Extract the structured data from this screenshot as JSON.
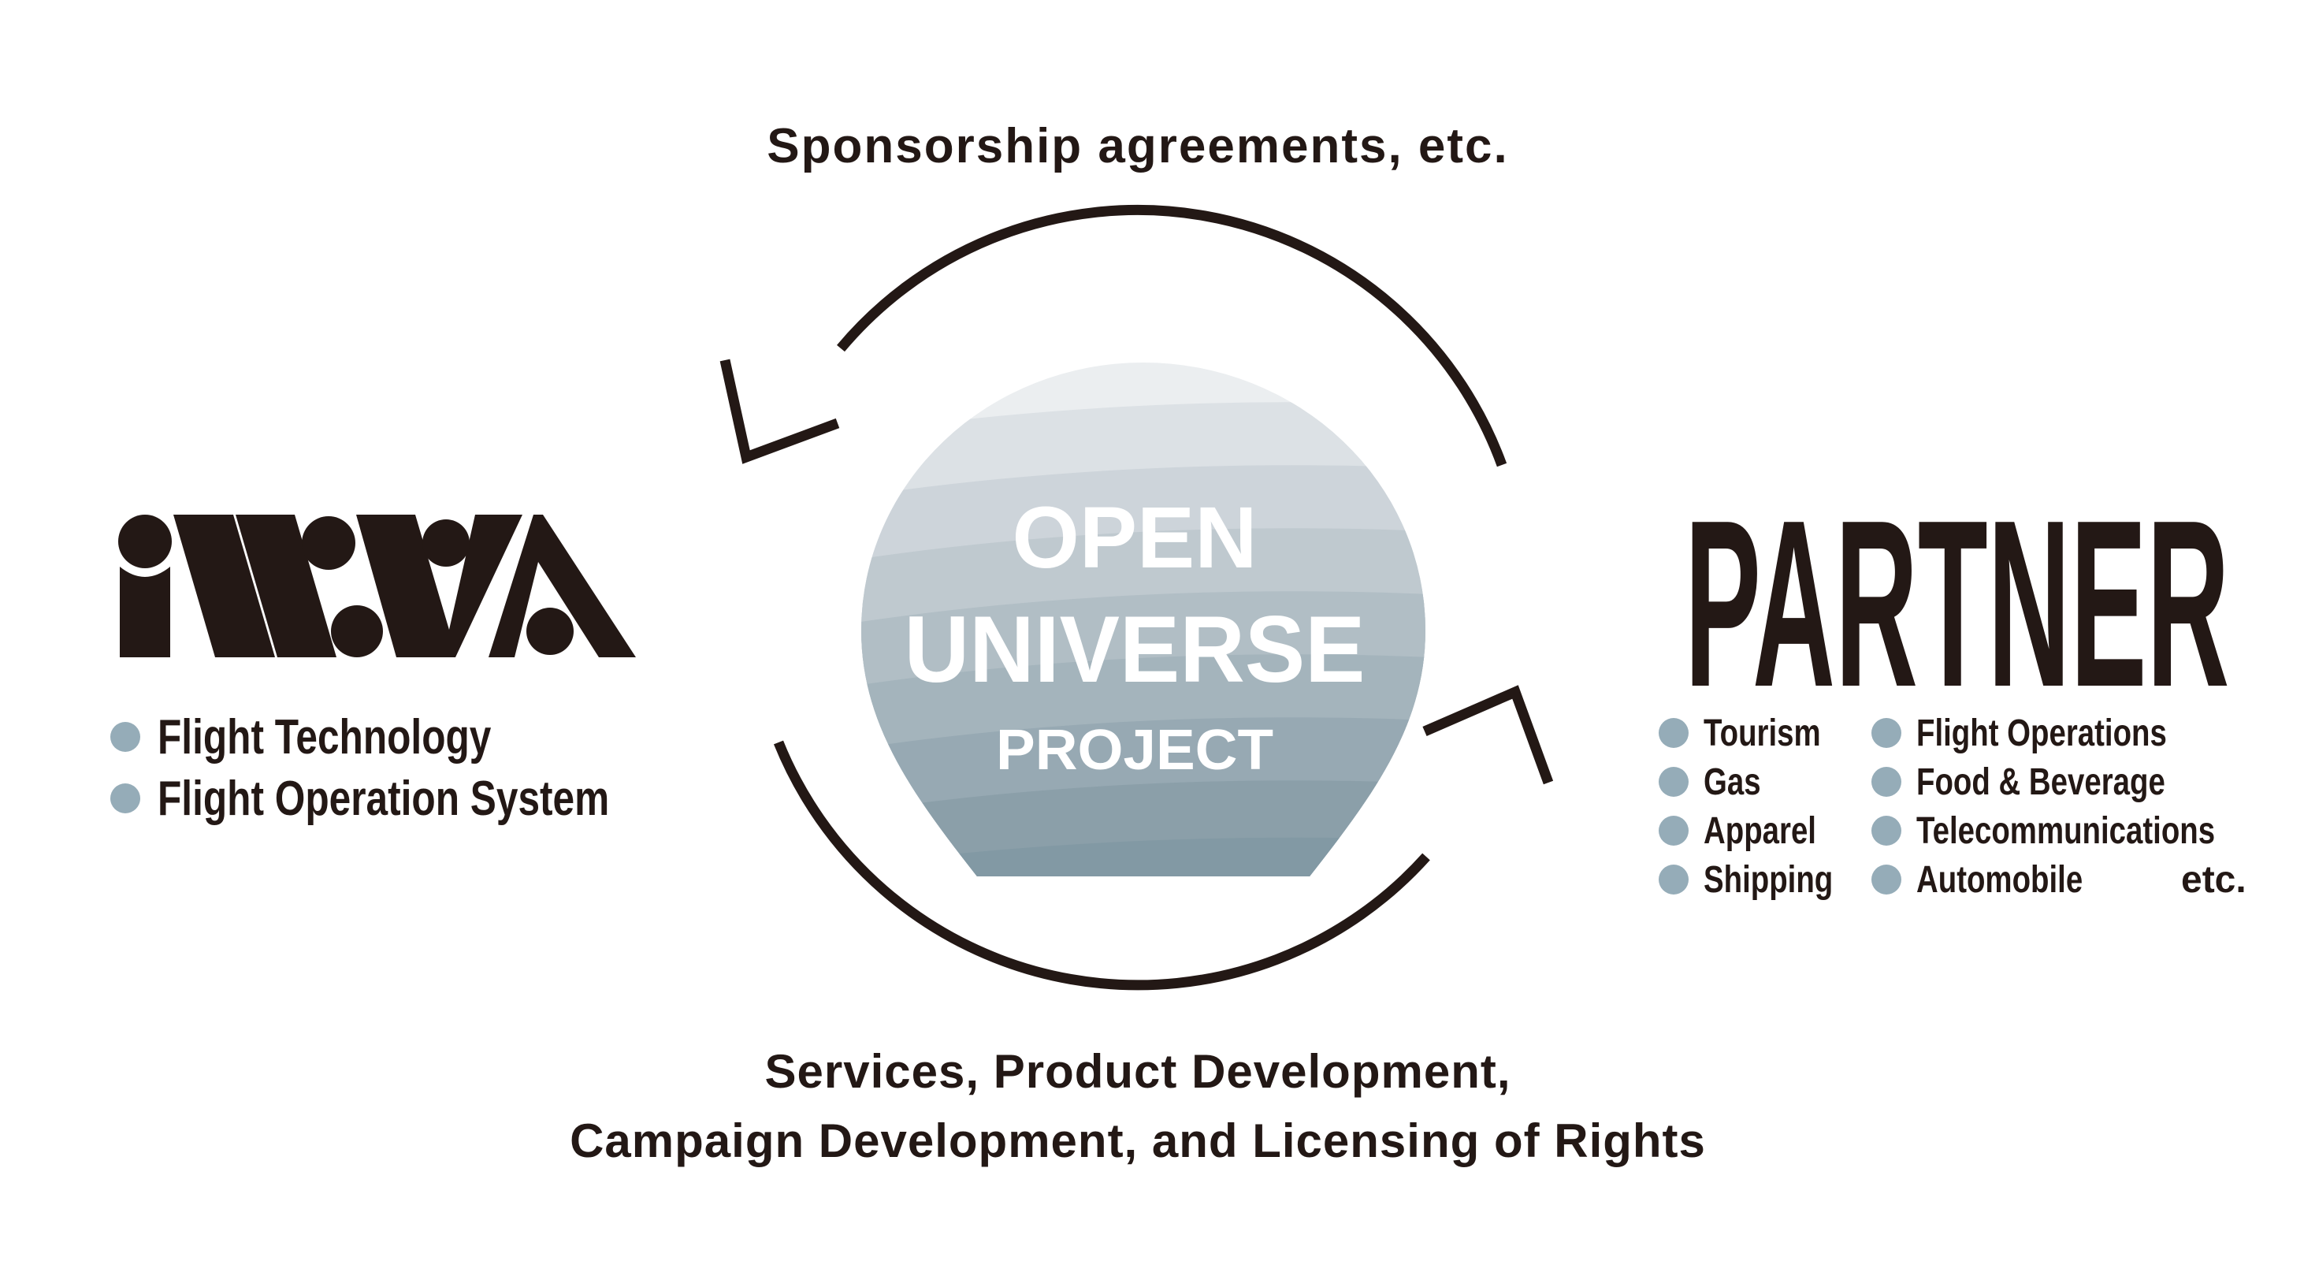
{
  "top_caption": "Sponsorship agreements, etc.",
  "bottom_caption": {
    "line1": "Services, Product Development,",
    "line2": "Campaign Development, and Licensing of Rights"
  },
  "center_emblem": {
    "line1": "OPEN",
    "line2": "UNIVERSE",
    "line3": "PROJECT",
    "band_colors": [
      "#ebeef0",
      "#dce1e5",
      "#cdd4da",
      "#bfc9cf",
      "#b1bec5",
      "#a4b4bc",
      "#97a9b3",
      "#8b9fa9",
      "#8299a4"
    ]
  },
  "left_party": {
    "logo_icon": "iwaya-wordmark",
    "items": [
      "Flight Technology",
      "Flight Operation System"
    ]
  },
  "right_party": {
    "title": "PARTNER",
    "column1": [
      "Tourism",
      "Gas",
      "Apparel",
      "Shipping"
    ],
    "column2": [
      "Flight Operations",
      "Food & Beverage",
      "Telecommunications",
      "Automobile"
    ],
    "etc_label": "etc."
  },
  "colors": {
    "ink": "#231815",
    "bullet": "#95acb8",
    "emblem_text": "#ffffff"
  }
}
